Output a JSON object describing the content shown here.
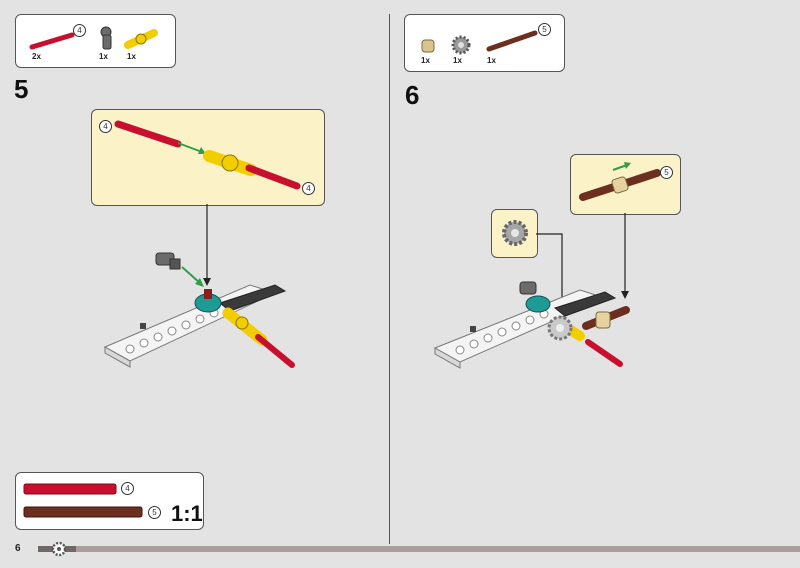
{
  "page": {
    "number": "6"
  },
  "step5": {
    "number": "5",
    "parts": [
      {
        "qty": "2x",
        "length": "4",
        "icon": "red-axle-icon",
        "color": "#c8102e"
      },
      {
        "qty": "1x",
        "icon": "gray-axle-pin-connector-icon",
        "color": "#6b6b6b"
      },
      {
        "qty": "1x",
        "icon": "yellow-axle-connector-icon",
        "color": "#f2cd00"
      }
    ],
    "callout": {
      "length_left": "4",
      "length_right": "4"
    }
  },
  "step6": {
    "number": "6",
    "parts": [
      {
        "qty": "1x",
        "icon": "tan-bush-icon",
        "color": "#d9c48f"
      },
      {
        "qty": "1x",
        "icon": "gray-gear-icon",
        "color": "#9a9a9a"
      },
      {
        "qty": "1x",
        "length": "5",
        "icon": "brown-axle-icon",
        "color": "#6b2e1f"
      }
    ],
    "callout_axle": {
      "length": "5"
    },
    "callout_gear": {
      "icon": "gear-icon"
    }
  },
  "ruler": {
    "scale_label": "1:1",
    "items": [
      {
        "length": "4",
        "color": "#c8102e",
        "icon": "red-axle-icon"
      },
      {
        "length": "5",
        "color": "#6b2e1f",
        "icon": "brown-axle-icon"
      }
    ]
  },
  "progress": {
    "fraction": 0.05,
    "track_color": "#a89f9c",
    "icon": "gear-icon"
  }
}
